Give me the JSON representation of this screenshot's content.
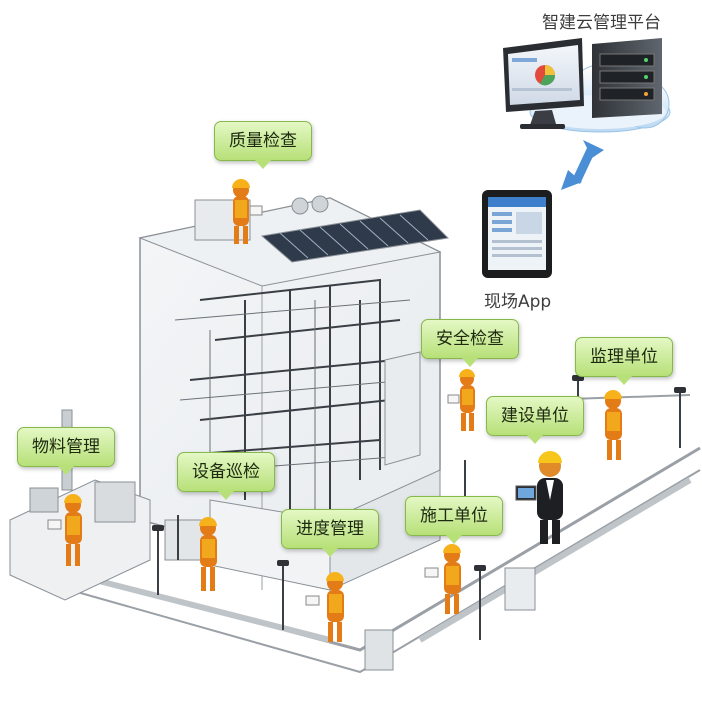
{
  "platform": {
    "title": "智建云管理平台"
  },
  "app": {
    "label": "现场App"
  },
  "labels": {
    "quality_check": "质量检查",
    "safety_check": "安全检查",
    "supervision_unit": "监理单位",
    "construction_unit": "建设单位",
    "material_management": "物料管理",
    "equipment_patrol": "设备巡检",
    "progress_management": "进度管理",
    "contractor_unit": "施工单位"
  },
  "colors": {
    "label_fill": "#c6ea8f",
    "label_border": "#86b94a",
    "arrow": "#4a8fd6",
    "worker_body": "#e37b17",
    "vest": "#f2a81d",
    "helmet": "#f7b21b"
  },
  "icons": [
    "cloud-server-icon",
    "tablet-app-icon",
    "sync-arrow-icon",
    "building-model-icon",
    "worker-icon",
    "manager-icon",
    "lamp-post-icon"
  ]
}
